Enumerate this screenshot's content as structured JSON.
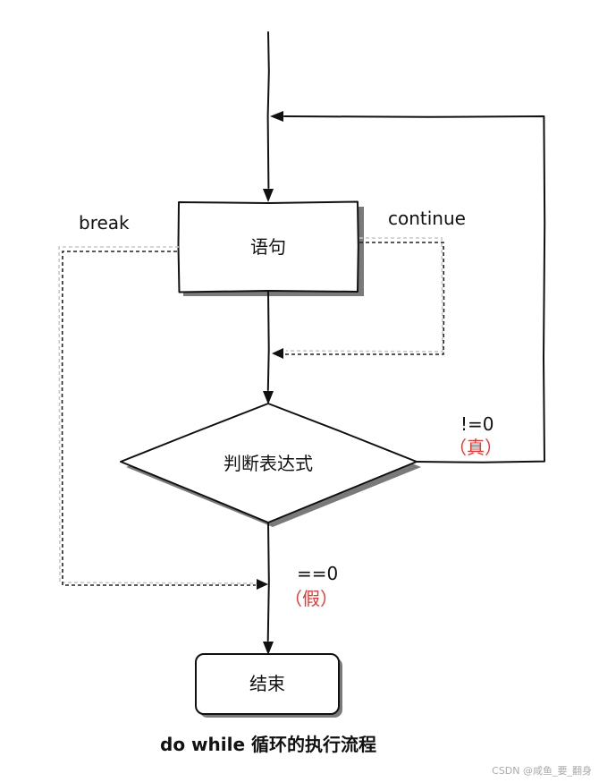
{
  "nodes": {
    "statement": "语句",
    "condition": "判断表达式",
    "end": "结束"
  },
  "edges": {
    "break": "break",
    "continue": "continue",
    "true_value": "!=0",
    "true_label": "（真）",
    "false_value": "==0",
    "false_label": "（假）"
  },
  "caption": "do while 循环的执行流程",
  "watermark": "CSDN @咸鱼_要_翻身",
  "colors": {
    "line": "#111111",
    "accent_red": "#e53935",
    "shadow": "#7a7a7a"
  }
}
